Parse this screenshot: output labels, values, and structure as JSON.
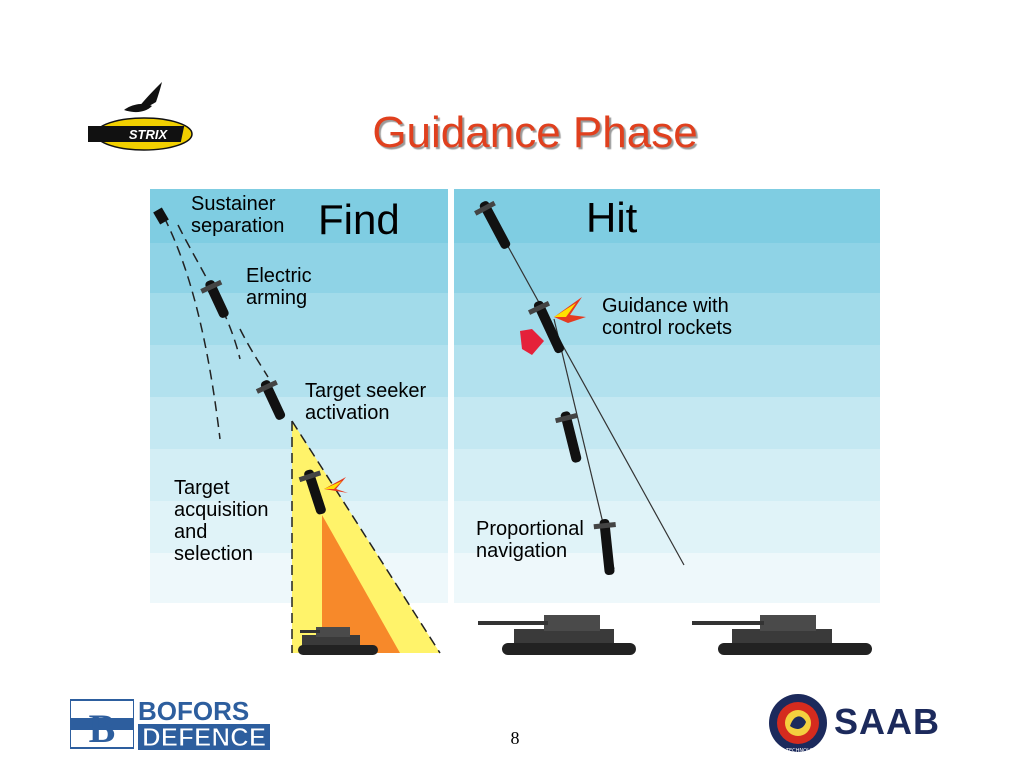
{
  "slide": {
    "title": "Guidance Phase",
    "page_number": "8"
  },
  "find_panel": {
    "heading": "Find",
    "labels": {
      "sustainer_separation": "Sustainer\nseparation",
      "electric_arming": "Electric\narming",
      "target_seeker_activation": "Target seeker\nactivation",
      "target_acquisition": "Target\nacquisition\nand\nselection"
    }
  },
  "hit_panel": {
    "heading": "Hit",
    "labels": {
      "guidance_rockets": "Guidance with\ncontrol rockets",
      "proportional_navigation": "Proportional\nnavigation"
    }
  },
  "logos": {
    "top_left": "STRIX",
    "bottom_left_line1": "BOFORS",
    "bottom_left_line2": "DEFENCE",
    "bottom_right": "SAAB",
    "bottom_right_seal": "SAAB TECHNOLOGIES"
  },
  "colors": {
    "title": "#e0401e",
    "sky_top": "#7fcde2",
    "sky_bottom": "#eef8fb",
    "seeker_cone_yellow": "#fff36a",
    "seeker_cone_orange": "#f7892a",
    "bofors_blue": "#2d5e9e",
    "saab_navy": "#1c2a5c"
  }
}
